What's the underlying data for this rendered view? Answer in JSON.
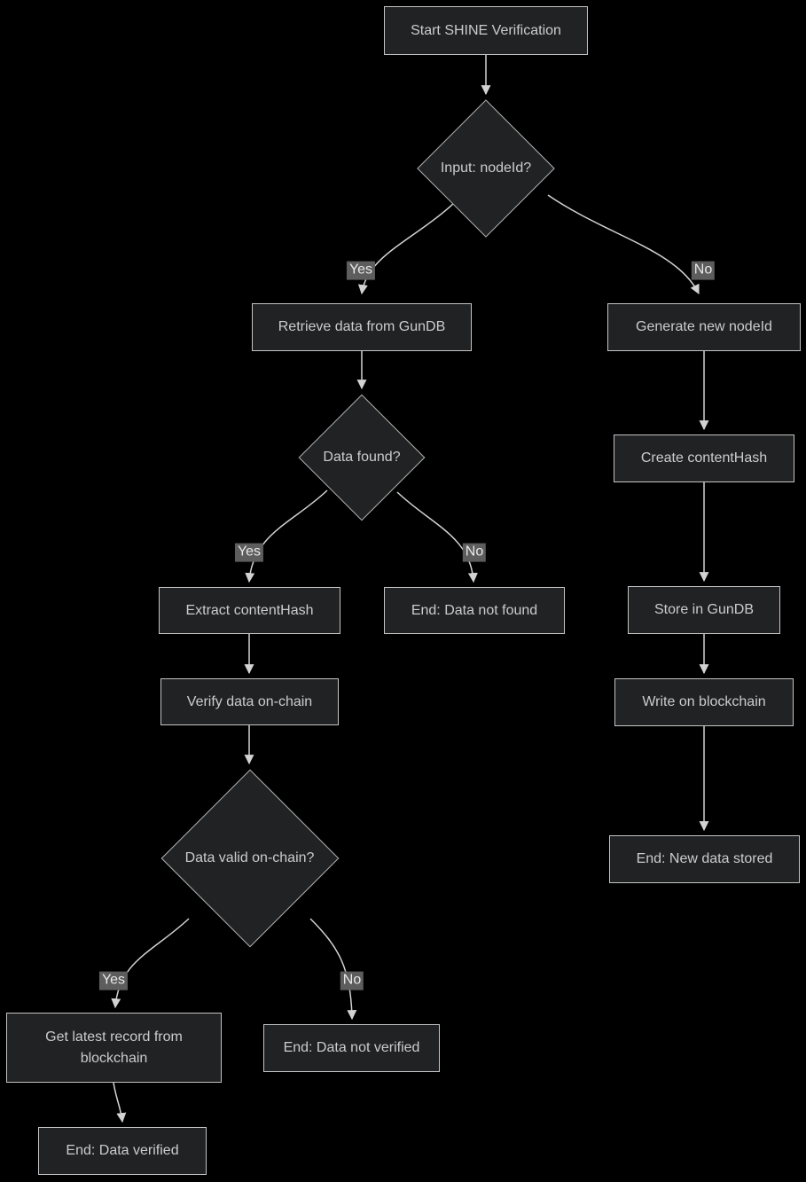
{
  "diagram": {
    "type": "flowchart",
    "direction": "top-down",
    "colors": {
      "background": "#000000",
      "node_fill": "#212223",
      "node_border": "#c4c4c4",
      "node_text": "#cccccc",
      "edge_line": "#d3d3d3",
      "edge_label_bg": "#5d5d5d",
      "edge_label_text": "#e9e9e9"
    }
  },
  "nodes": {
    "start": {
      "label": "Start SHINE Verification",
      "shape": "rect"
    },
    "input": {
      "label": "Input: nodeId?",
      "shape": "diamond"
    },
    "retrieve": {
      "label": "Retrieve data from GunDB",
      "shape": "rect"
    },
    "generate": {
      "label": "Generate new nodeId",
      "shape": "rect"
    },
    "data_found": {
      "label": "Data found?",
      "shape": "diamond"
    },
    "extract": {
      "label": "Extract contentHash",
      "shape": "rect"
    },
    "end_not_found": {
      "label": "End: Data not found",
      "shape": "rect"
    },
    "verify": {
      "label": "Verify data on-chain",
      "shape": "rect"
    },
    "data_valid": {
      "label": "Data valid on-chain?",
      "shape": "diamond"
    },
    "get_latest": {
      "label": "Get latest record from blockchain",
      "shape": "rect"
    },
    "end_not_verified": {
      "label": "End: Data not verified",
      "shape": "rect"
    },
    "end_verified": {
      "label": "End: Data verified",
      "shape": "rect"
    },
    "create": {
      "label": "Create contentHash",
      "shape": "rect"
    },
    "store": {
      "label": "Store in GunDB",
      "shape": "rect"
    },
    "write": {
      "label": "Write on blockchain",
      "shape": "rect"
    },
    "end_new": {
      "label": "End: New data stored",
      "shape": "rect"
    }
  },
  "edge_labels": {
    "input_yes": "Yes",
    "input_no": "No",
    "found_yes": "Yes",
    "found_no": "No",
    "valid_yes": "Yes",
    "valid_no": "No"
  },
  "edges": [
    {
      "from": "start",
      "to": "input",
      "label": ""
    },
    {
      "from": "input",
      "to": "retrieve",
      "label": "Yes"
    },
    {
      "from": "input",
      "to": "generate",
      "label": "No"
    },
    {
      "from": "retrieve",
      "to": "data_found",
      "label": ""
    },
    {
      "from": "data_found",
      "to": "extract",
      "label": "Yes"
    },
    {
      "from": "data_found",
      "to": "end_not_found",
      "label": "No"
    },
    {
      "from": "extract",
      "to": "verify",
      "label": ""
    },
    {
      "from": "verify",
      "to": "data_valid",
      "label": ""
    },
    {
      "from": "data_valid",
      "to": "get_latest",
      "label": "Yes"
    },
    {
      "from": "data_valid",
      "to": "end_not_verified",
      "label": "No"
    },
    {
      "from": "get_latest",
      "to": "end_verified",
      "label": ""
    },
    {
      "from": "generate",
      "to": "create",
      "label": ""
    },
    {
      "from": "create",
      "to": "store",
      "label": ""
    },
    {
      "from": "store",
      "to": "write",
      "label": ""
    },
    {
      "from": "write",
      "to": "end_new",
      "label": ""
    }
  ]
}
